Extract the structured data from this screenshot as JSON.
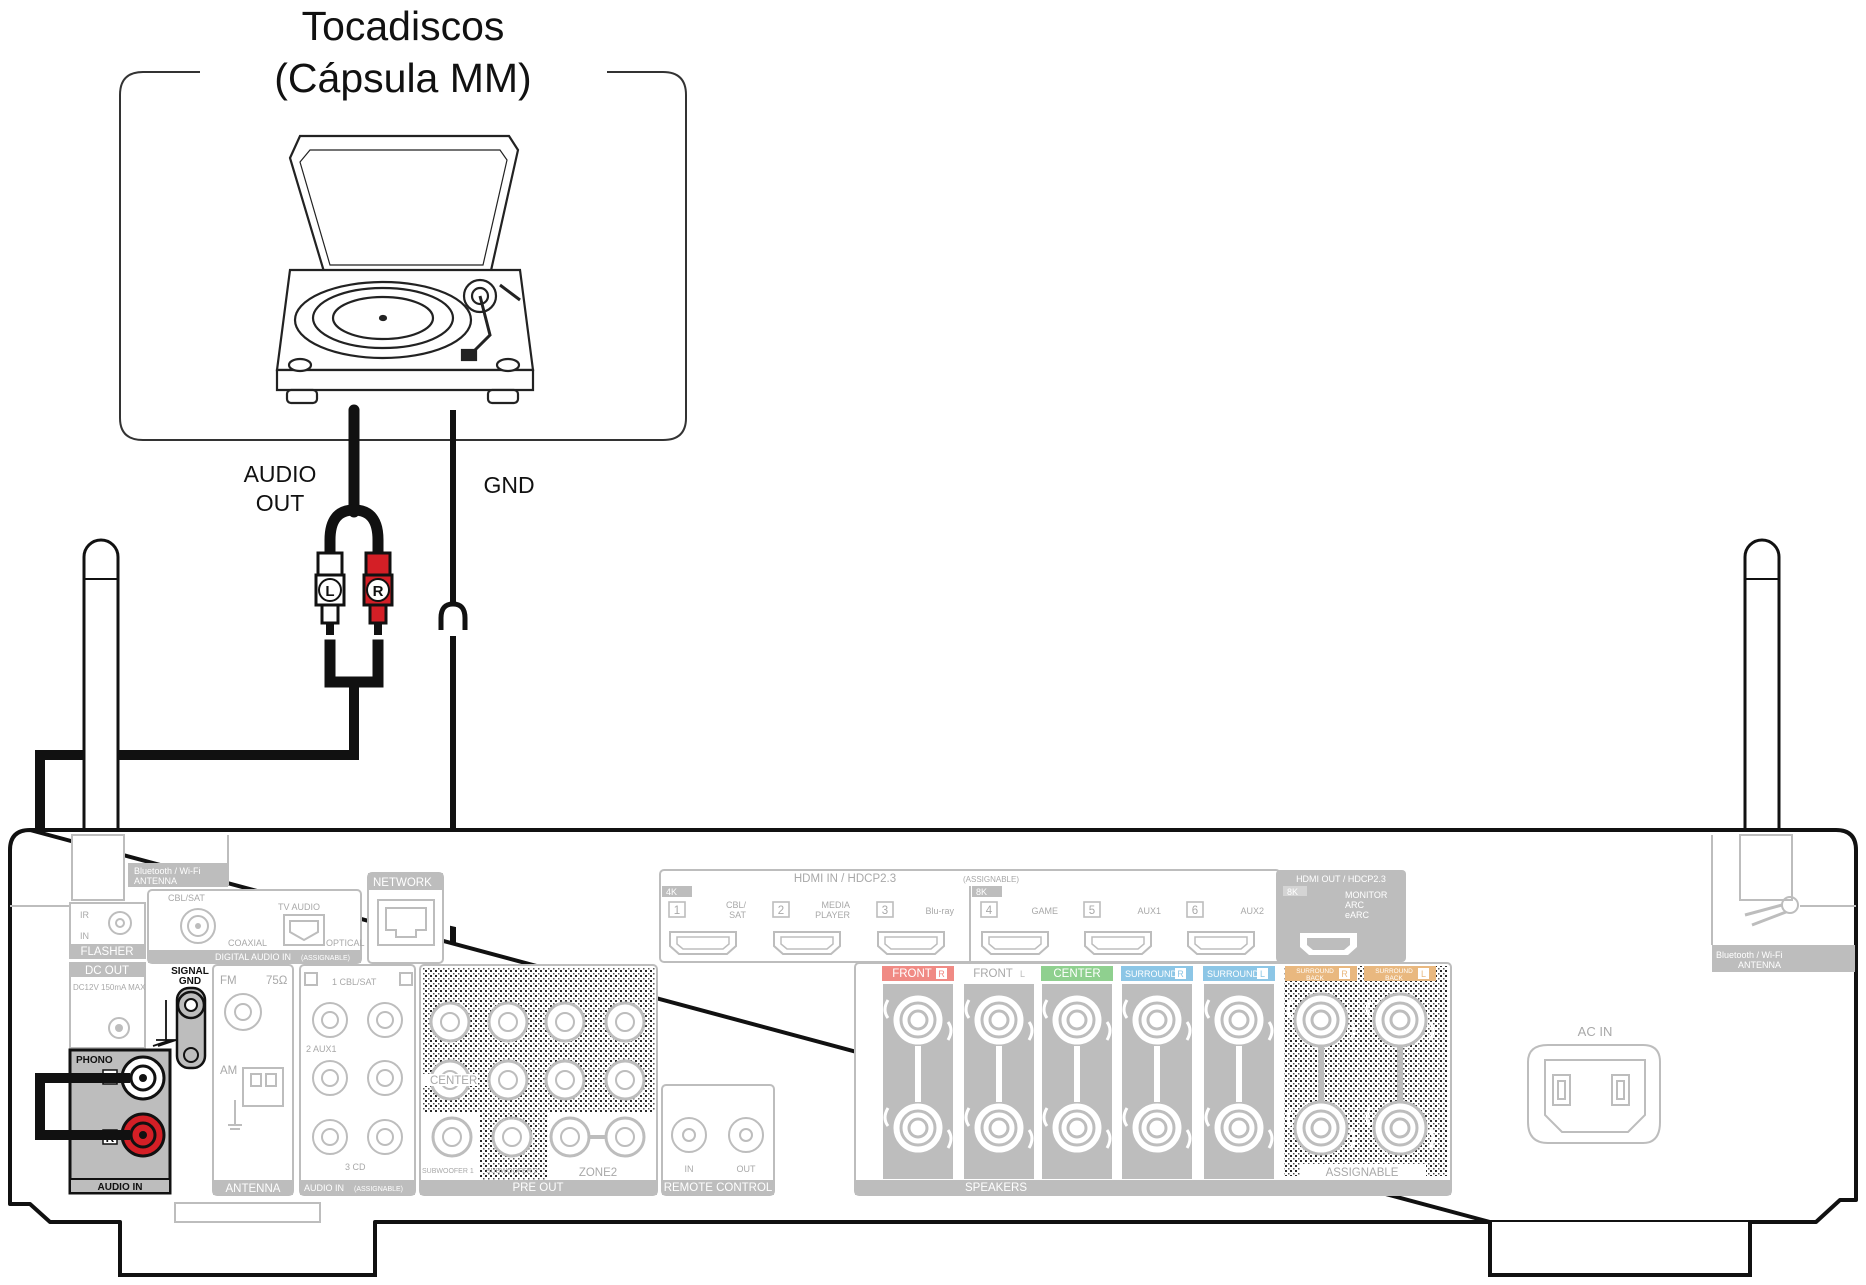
{
  "device": {
    "title_line1": "Tocadiscos",
    "title_line2": "(Cápsula MM)",
    "audio_out_line1": "AUDIO",
    "audio_out_line2": "OUT",
    "gnd_label": "GND",
    "plug_left": "L",
    "plug_right": "R"
  },
  "receiver": {
    "bt_wifi_left_1": "Bluetooth / Wi-Fi",
    "bt_wifi_left_2": "ANTENNA",
    "bt_wifi_right_1": "Bluetooth / Wi-Fi",
    "bt_wifi_right_2": "ANTENNA",
    "ir": "IR",
    "in": "IN",
    "flasher": "FLASHER",
    "dc_out": "DC OUT",
    "dc_spec": "DC12V 150mA MAX",
    "cbl_sat_digital": "CBL/SAT",
    "coaxial": "COAXIAL",
    "tv_audio": "TV AUDIO",
    "optical": "OPTICAL",
    "digital_audio_in": "DIGITAL AUDIO IN",
    "assignable": "(ASSIGNABLE)",
    "network": "NETWORK",
    "signal": "SIGNAL",
    "gnd": "GND",
    "phono": "PHONO",
    "phono_l": "L",
    "phono_r": "R",
    "audio_in": "AUDIO IN",
    "fm": "FM",
    "ohm": "75Ω",
    "am": "AM",
    "antenna": "ANTENNA",
    "aux_in_1": "1 CBL/SAT",
    "aux_in_2": "2 AUX1",
    "aux_in_3": "3 CD",
    "audio_in_assignable": "AUDIO IN",
    "center": "CENTER",
    "subwoofer1": "SUBWOOFER 1",
    "subwoofer2": "SUBWOOFER 2",
    "zone2": "ZONE2",
    "pre_out": "PRE OUT",
    "remote_in": "IN",
    "remote_out": "OUT",
    "remote_control": "REMOTE CONTROL",
    "hdmi_in": "HDMI IN / HDCP2.3",
    "hdmi_in_assign": "(ASSIGNABLE)",
    "tag_4k": "4K",
    "tag_8k": "8K",
    "hdmi_ports": [
      {
        "num": "1",
        "name": "CBL/\nSAT"
      },
      {
        "num": "2",
        "name": "MEDIA\nPLAYER"
      },
      {
        "num": "3",
        "name": "Blu-ray"
      },
      {
        "num": "4",
        "name": "GAME"
      },
      {
        "num": "5",
        "name": "AUX1"
      },
      {
        "num": "6",
        "name": "AUX2"
      }
    ],
    "hdmi_out": "HDMI OUT / HDCP2.3",
    "hdmi_out_tag": "8K",
    "monitor": "MONITOR",
    "arc": "ARC",
    "earc": "eARC",
    "speakers": "SPEAKERS",
    "speaker_channels": [
      "FRONT",
      "FRONT",
      "CENTER",
      "SURROUND",
      "SURROUND",
      "SURROUND BACK",
      "SURROUND BACK"
    ],
    "speaker_sides": [
      "R",
      "L",
      "",
      "R",
      "L",
      "R",
      "L"
    ],
    "assignable_spk": "ASSIGNABLE",
    "ac_in": "AC IN"
  },
  "colors": {
    "cable": "#111111",
    "panel_grey": "#bdbdbd",
    "red_jack": "#d41f26",
    "front_tag": "#f08a84",
    "center_tag": "#8fd08f",
    "surround_tag": "#8cc6e6",
    "surround_back_tag": "#e9b87f"
  }
}
